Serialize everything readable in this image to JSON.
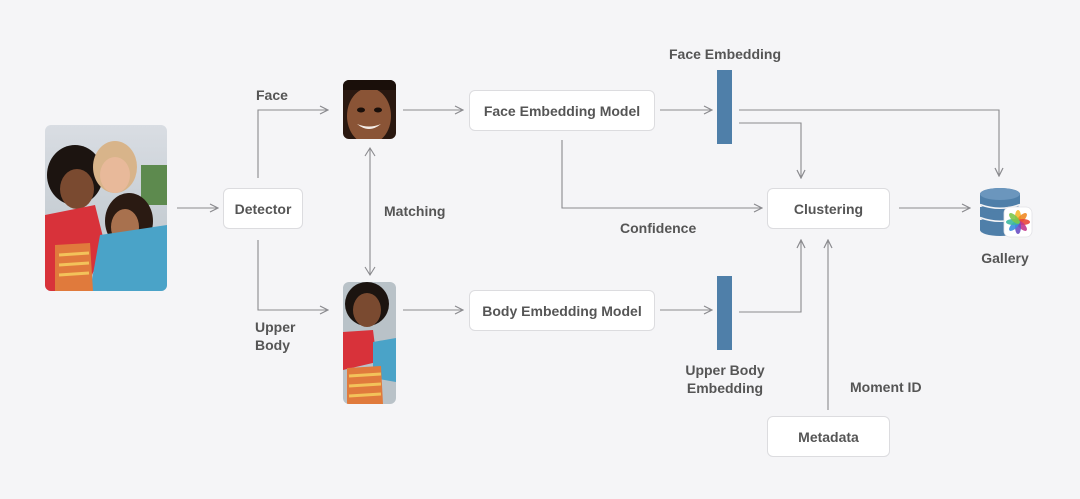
{
  "diagram": {
    "labels": {
      "face": "Face",
      "upper_body": "Upper\nBody",
      "matching": "Matching",
      "confidence": "Confidence",
      "face_embedding": "Face Embedding",
      "upper_body_embedding": "Upper Body\nEmbedding",
      "moment_id": "Moment ID",
      "gallery": "Gallery"
    },
    "boxes": {
      "detector": "Detector",
      "face_model": "Face Embedding Model",
      "body_model": "Body Embedding Model",
      "clustering": "Clustering",
      "metadata": "Metadata"
    },
    "colors": {
      "background": "#f5f5f7",
      "box_border": "#dcdcdf",
      "arrow": "#8a8a8e",
      "embedding_bar": "#4f7fa9",
      "database": "#4f7fa9"
    },
    "icons": {
      "source_photo": "group-photo",
      "face_crop": "face-crop-photo",
      "body_crop": "body-crop-photo",
      "gallery": "database-photos-icon"
    }
  }
}
